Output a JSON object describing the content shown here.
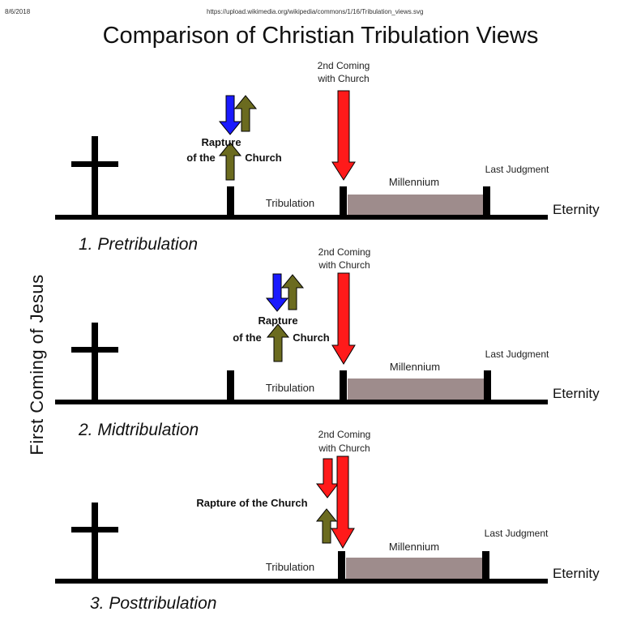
{
  "header": {
    "date": "8/6/2018",
    "url": "https://upload.wikimedia.org/wikipedia/commons/1/16/Tribulation_views.svg"
  },
  "title": "Comparison of Christian Tribulation Views",
  "side_label": "First Coming of Jesus",
  "colors": {
    "rapture_down": "#1a1aff",
    "rapture_up": "#6b6b1f",
    "second_coming": "#ff1a1a",
    "millennium": "#9e8c8c",
    "line": "#000000"
  },
  "icons": {
    "cross": "cross-icon",
    "rapture_down": "arrow-down-icon",
    "rapture_up": "arrow-up-icon",
    "second_coming": "arrow-down-icon"
  },
  "views": [
    {
      "label": "1. Pretribulation",
      "rapture_line1": "Rapture",
      "rapture_line2": "of the",
      "rapture_line3": "Church",
      "second_coming_line1": "2nd Coming",
      "second_coming_line2": "with Church",
      "tribulation": "Tribulation",
      "millennium": "Millennium",
      "last_judgment": "Last Judgment",
      "eternity": "Eternity"
    },
    {
      "label": "2. Midtribulation",
      "rapture_line1": "Rapture",
      "rapture_line2": "of the",
      "rapture_line3": "Church",
      "second_coming_line1": "2nd Coming",
      "second_coming_line2": "with Church",
      "tribulation": "Tribulation",
      "millennium": "Millennium",
      "last_judgment": "Last Judgment",
      "eternity": "Eternity"
    },
    {
      "label": "3. Posttribulation",
      "rapture_full": "Rapture of the Church",
      "second_coming_line1": "2nd Coming",
      "second_coming_line2": "with Church",
      "tribulation": "Tribulation",
      "millennium": "Millennium",
      "last_judgment": "Last Judgment",
      "eternity": "Eternity"
    }
  ]
}
